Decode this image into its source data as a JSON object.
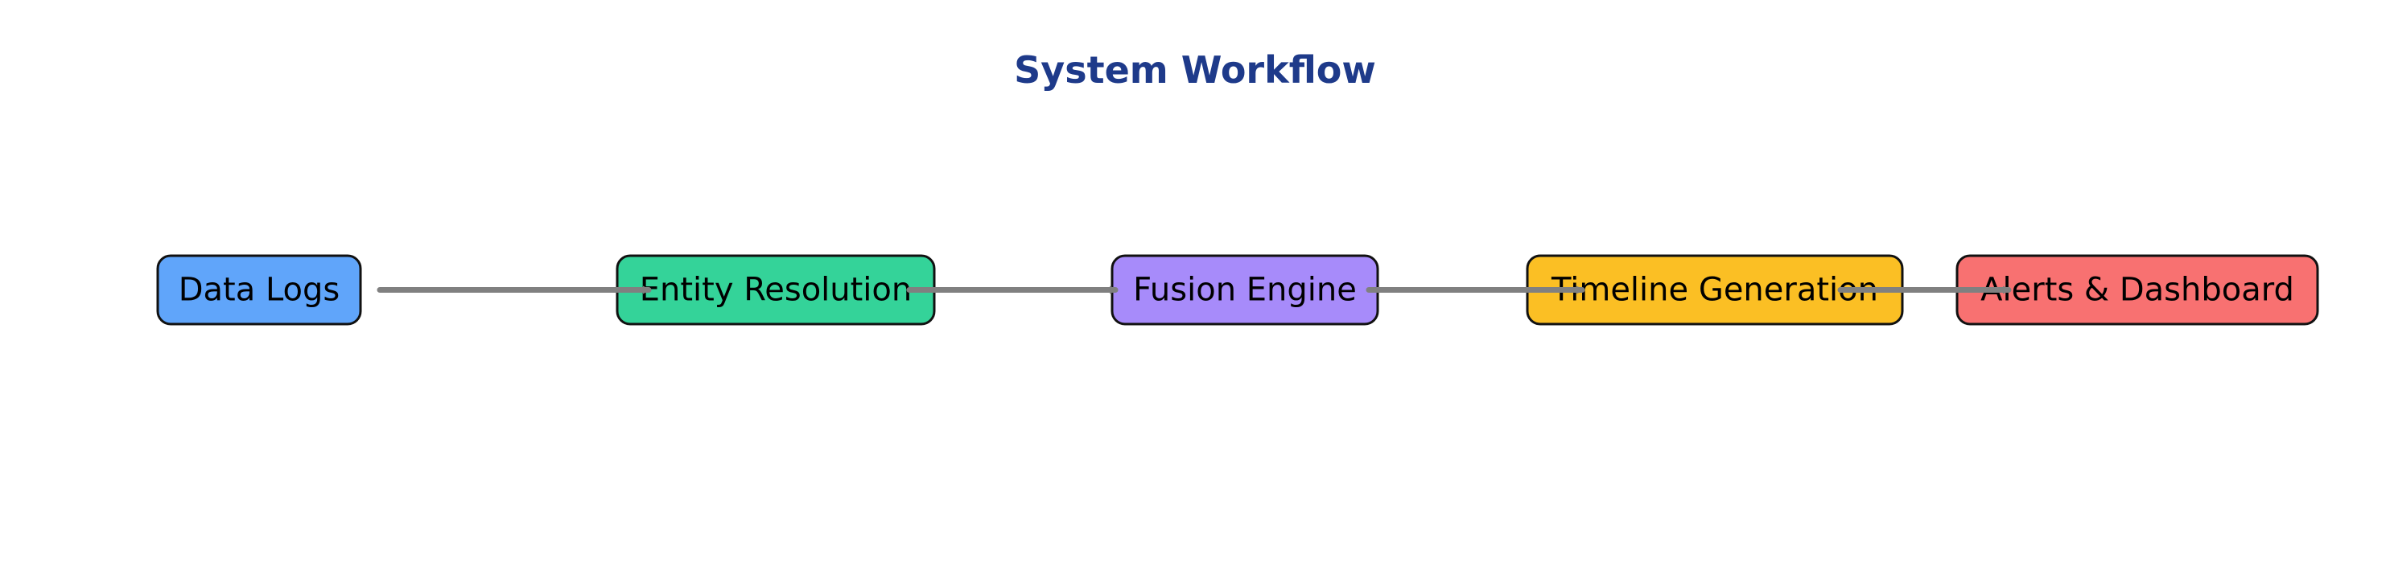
{
  "title": "System Workflow",
  "colors": {
    "title": "#1e3a8a",
    "arrow": "#808080",
    "border": "#111111"
  },
  "nodes": [
    {
      "id": "data-logs",
      "label": "Data Logs",
      "color": "#60a5fa"
    },
    {
      "id": "entity-resolution",
      "label": "Entity Resolution",
      "color": "#34d399"
    },
    {
      "id": "fusion-engine",
      "label": "Fusion Engine",
      "color": "#a78bfa"
    },
    {
      "id": "timeline-generation",
      "label": "Timeline Generation",
      "color": "#fbbf24"
    },
    {
      "id": "alerts-dashboard",
      "label": "Alerts & Dashboard",
      "color": "#f87171"
    }
  ],
  "edges": [
    {
      "from": "data-logs",
      "to": "entity-resolution"
    },
    {
      "from": "entity-resolution",
      "to": "fusion-engine"
    },
    {
      "from": "fusion-engine",
      "to": "timeline-generation"
    },
    {
      "from": "timeline-generation",
      "to": "alerts-dashboard"
    }
  ]
}
